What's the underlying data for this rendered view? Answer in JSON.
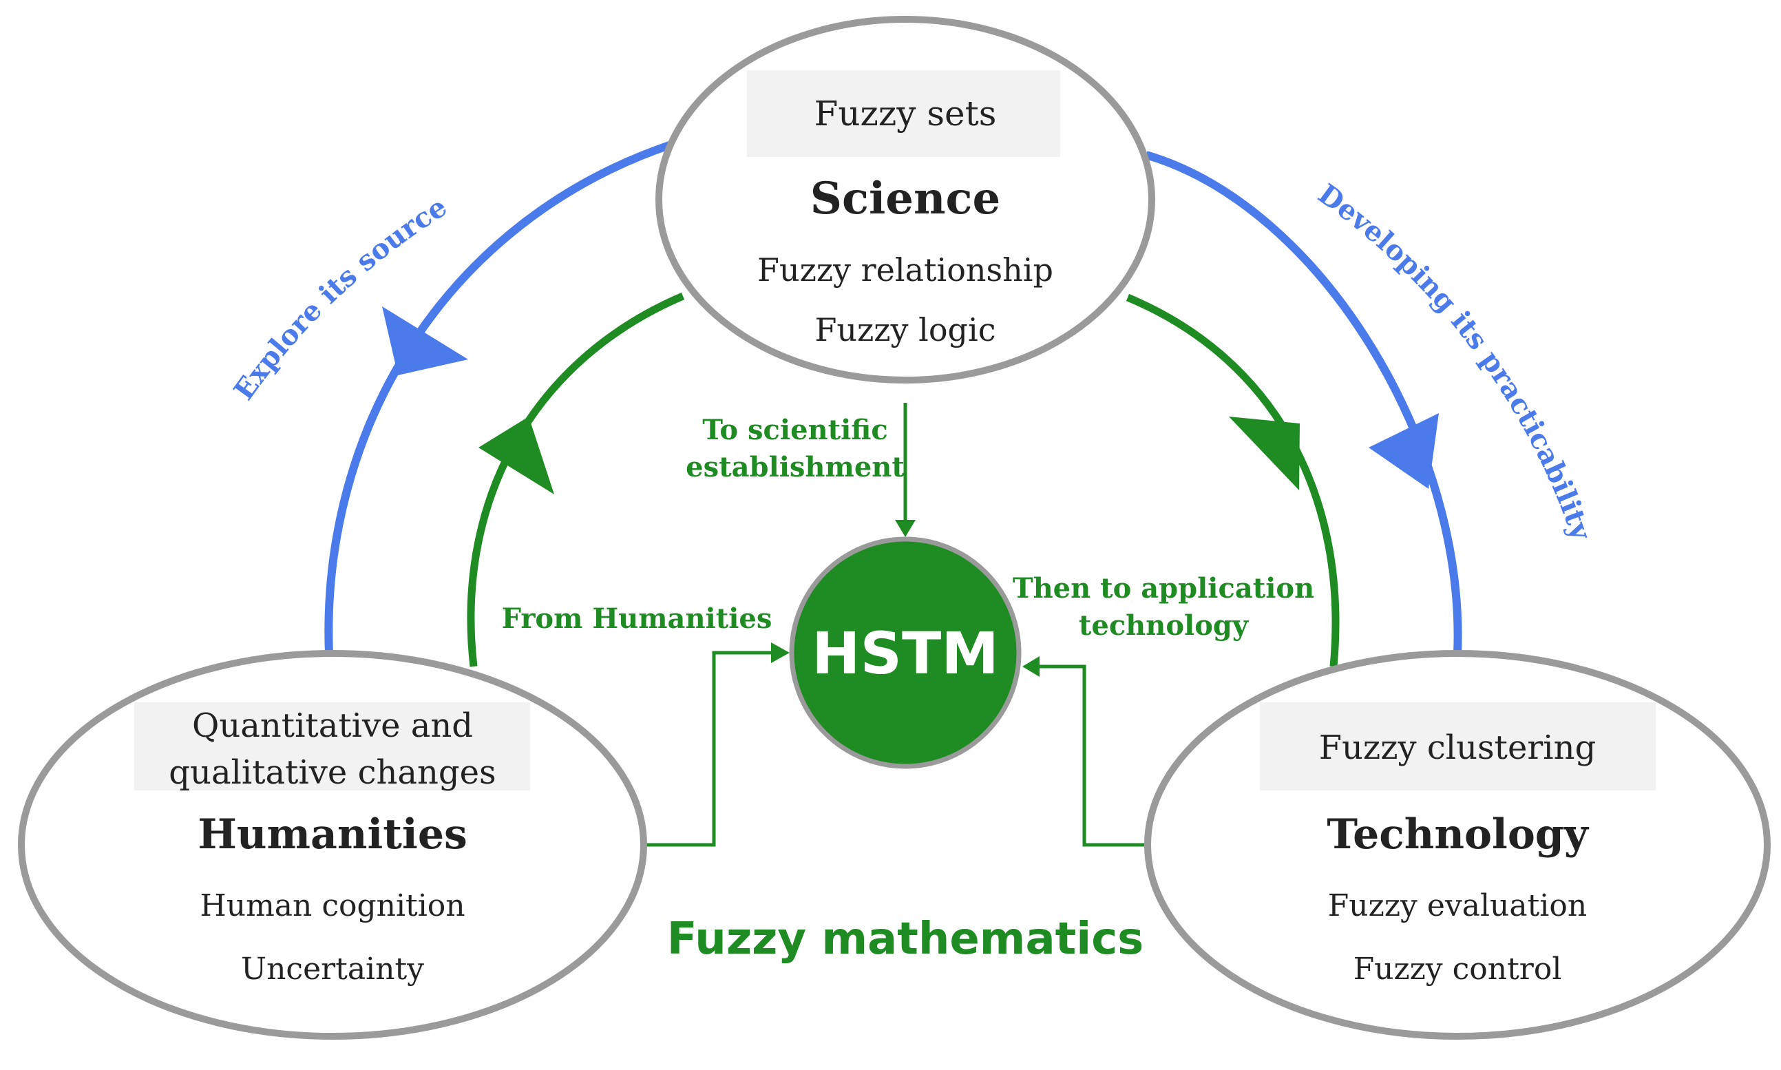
{
  "nodes": {
    "science": {
      "title": "Science",
      "tag": "Fuzzy sets",
      "items": [
        "Fuzzy relationship",
        "Fuzzy logic"
      ]
    },
    "humanities": {
      "title": "Humanities",
      "tag_lines": [
        "Quantitative and",
        "qualitative changes"
      ],
      "items": [
        "Human cognition",
        "Uncertainty"
      ]
    },
    "technology": {
      "title": "Technology",
      "tag": "Fuzzy clustering",
      "items": [
        "Fuzzy evaluation",
        "Fuzzy control"
      ]
    },
    "center": {
      "label": "HSTM"
    }
  },
  "arcs": {
    "outer_left": "Explore its source",
    "outer_right": "Developing its practicability"
  },
  "flows": {
    "to_science_lines": [
      "To scientific",
      "establishment"
    ],
    "from_humanities": "From Humanities",
    "to_technology_lines": [
      "Then to application",
      "technology"
    ]
  },
  "footer": {
    "label": "Fuzzy mathematics"
  },
  "colors": {
    "blue": "#4b7bea",
    "green": "#1f8c23",
    "ellipse_stroke": "#9a9a9a",
    "tag_bg": "#f2f2f2",
    "text": "#222222"
  }
}
